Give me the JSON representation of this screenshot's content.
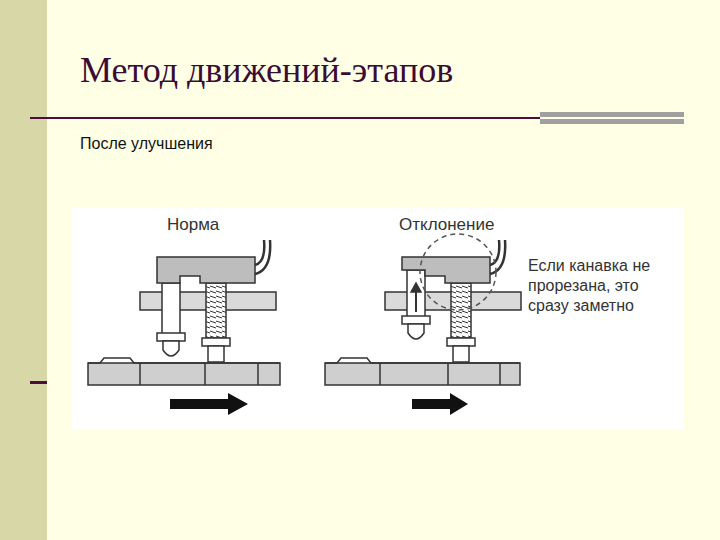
{
  "diagram": {
    "title": "Метод движений-этапов",
    "labels": [
      "После улучшения",
      "Норма",
      "Отклонение",
      "Если канавка не прорезана, это сразу заметно"
    ]
  }
}
